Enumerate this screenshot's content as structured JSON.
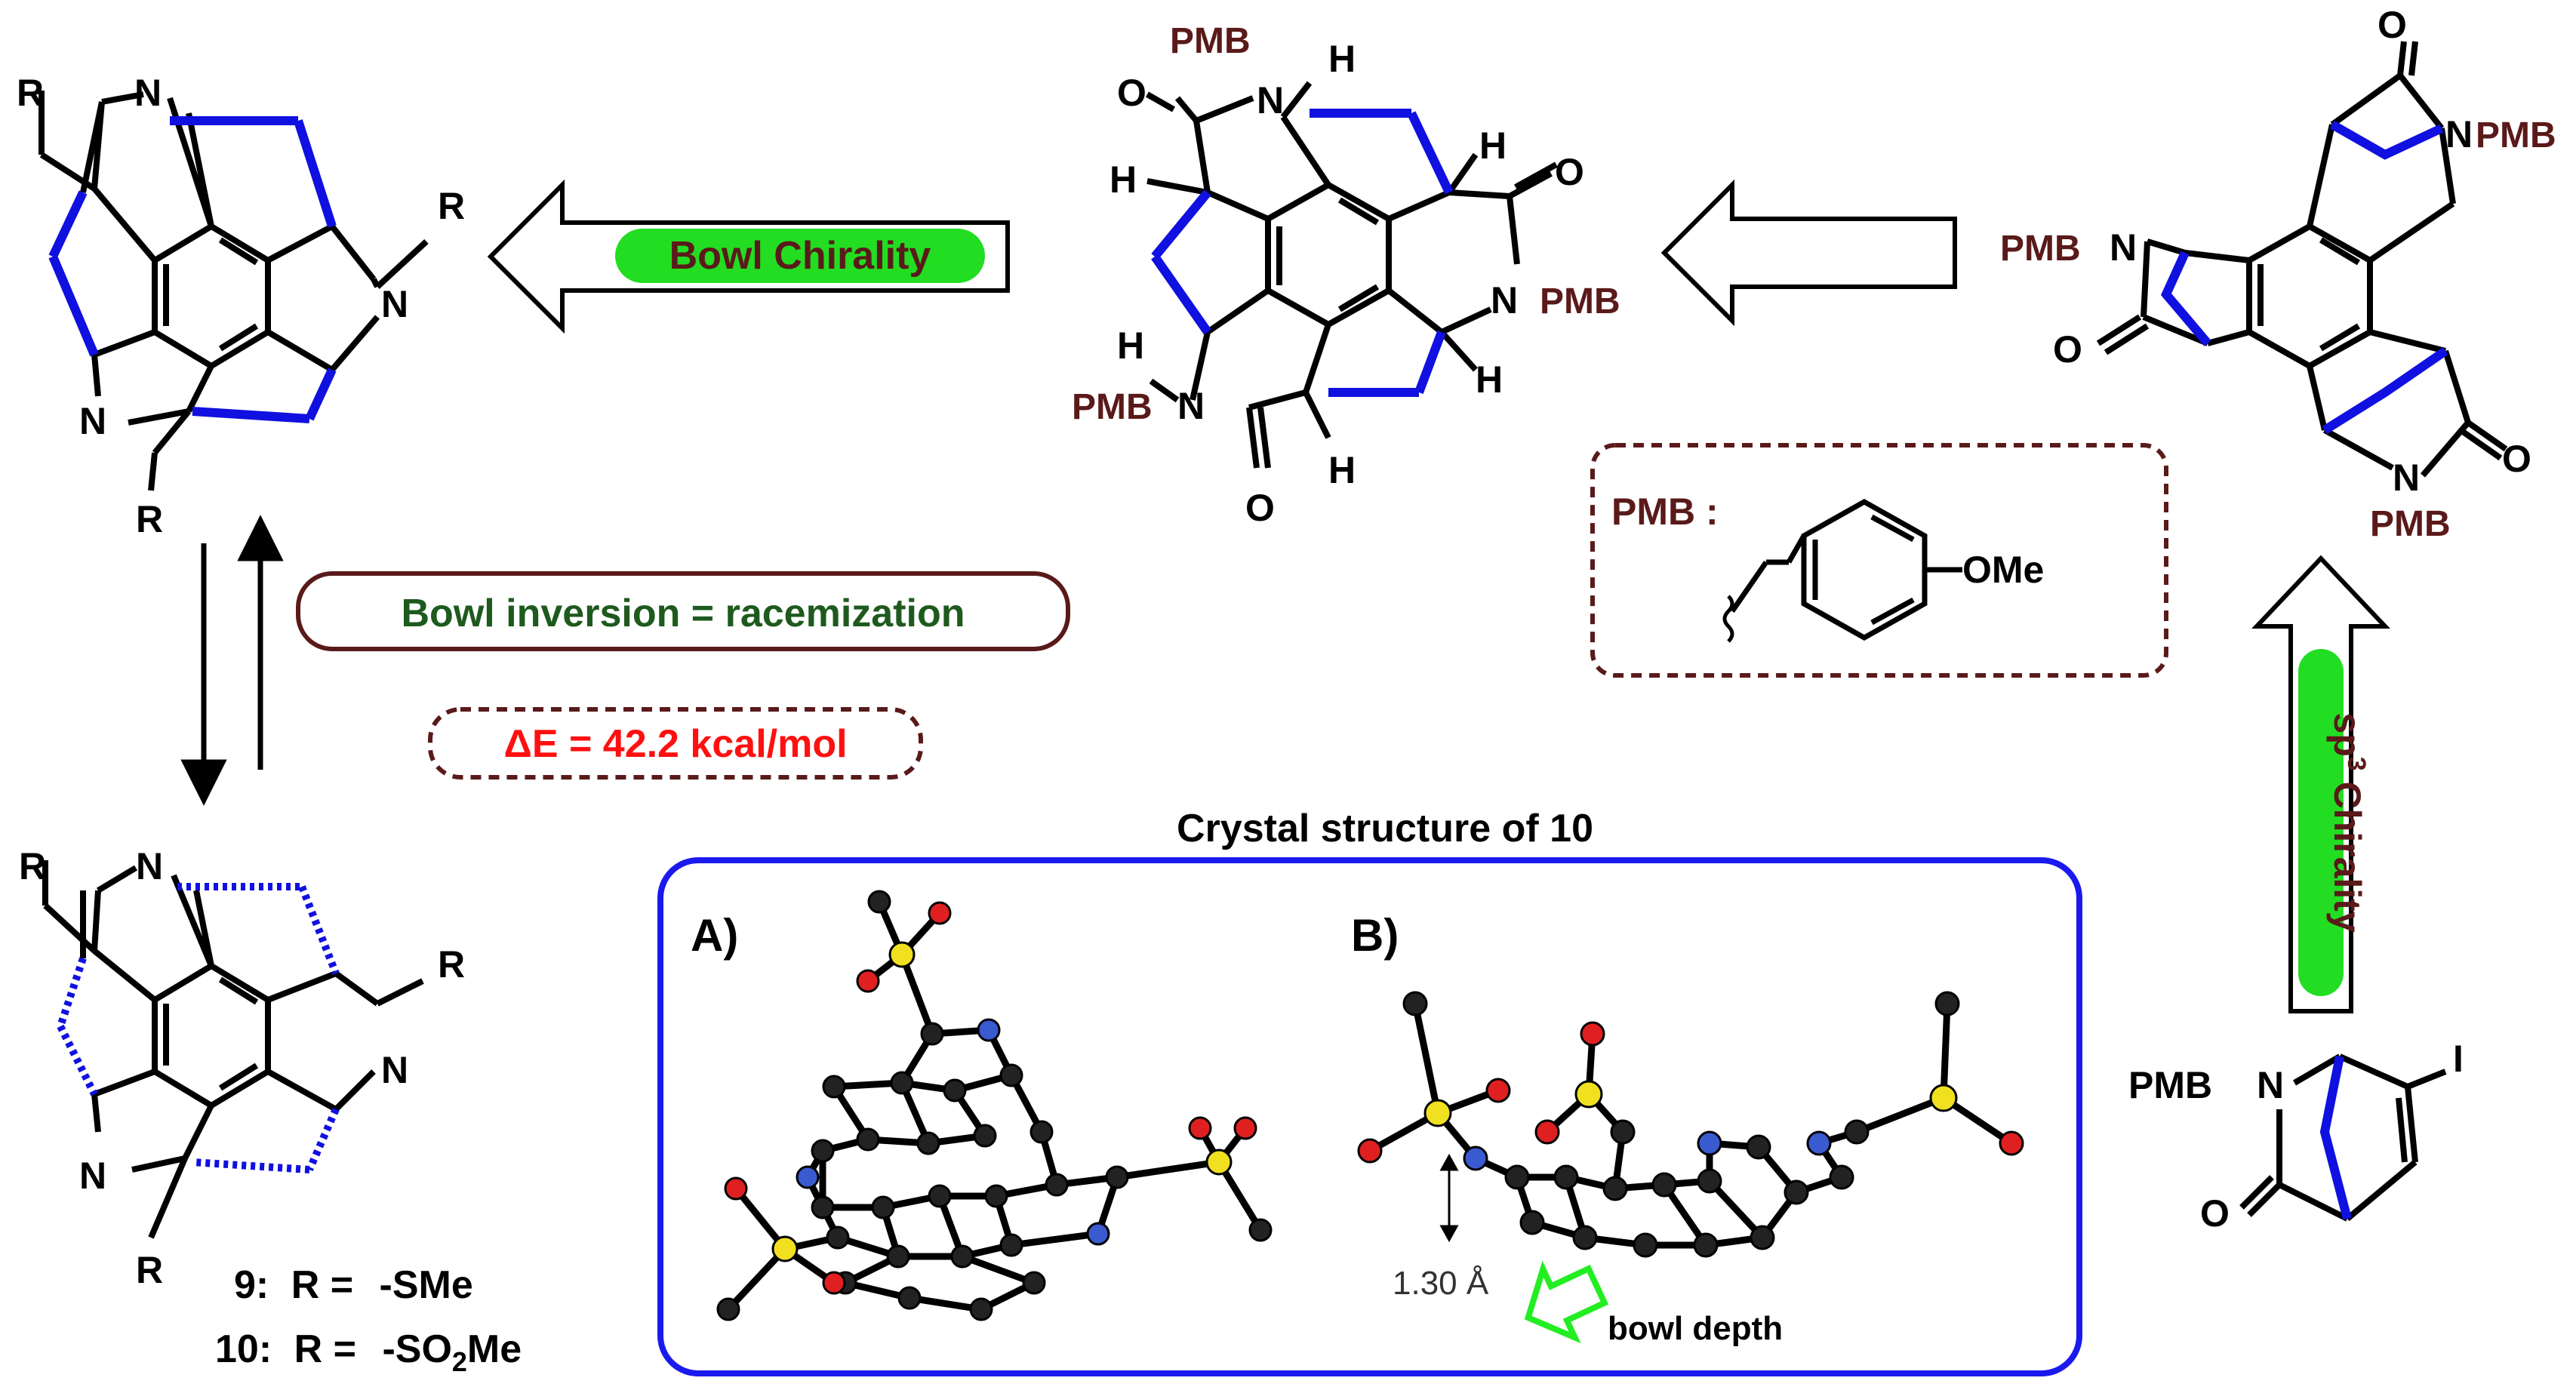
{
  "colors": {
    "bond": "#000000",
    "highlight_bond": "#1010e0",
    "green": "#22dd22",
    "dark_red": "#5a1a1a",
    "text_green": "#1e5a1e",
    "red": "#ff1010",
    "box_blue": "#1a1aee"
  },
  "labels": {
    "bowl_chirality": "Bowl Chirality",
    "bowl_inversion": "Bowl inversion = racemization",
    "delta_e": "ΔE = 42.2 kcal/mol",
    "sp3_chirality": "sp3 Chirality",
    "sp3_sup": "3",
    "crystal_title": "Crystal structure of 10",
    "panel_a": "A)",
    "panel_b": "B)",
    "bowl_depth": "bowl depth",
    "depth_value": "1.30 Å",
    "pmb_def": "PMB :",
    "ome": "OMe",
    "compound9_num": "9:",
    "compound9_eq": "R =",
    "compound9_r": "-SMe",
    "compound10_num": "10:",
    "compound10_eq": "R =",
    "compound10_r": "-SO2Me"
  },
  "atoms": {
    "R": "R",
    "N": "N",
    "H": "H",
    "O": "O",
    "I": "I",
    "PMB": "PMB"
  }
}
